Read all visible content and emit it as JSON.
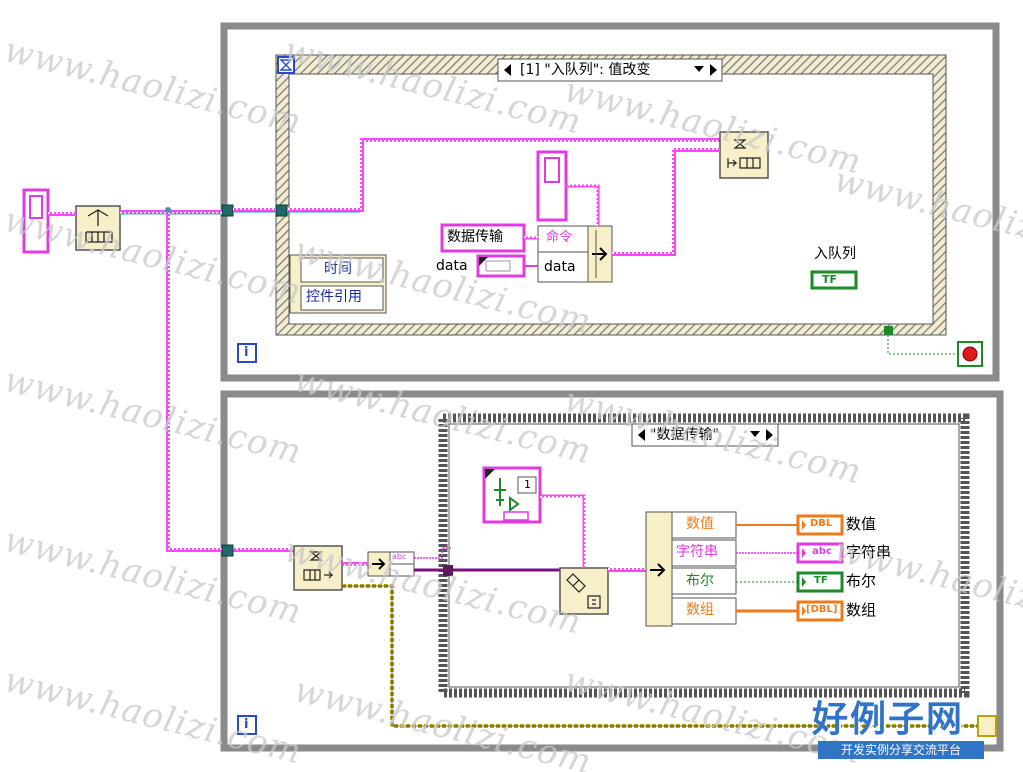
{
  "event_structure": {
    "selector_label": "[1] \"入队列\": 值改变",
    "event_data_items": [
      "时间",
      "控件引用"
    ],
    "indicator_label": "入队列"
  },
  "bundle": {
    "enum_constant": "数据传输",
    "field_command": "命令",
    "field_data": "data",
    "variant_label": "data"
  },
  "case_structure": {
    "selector_label": "\"数据传输\"",
    "constant_value": "1",
    "fields": [
      "数值",
      "字符串",
      "布尔",
      "数组"
    ],
    "indicators": [
      {
        "tag": "DBL",
        "label": "数值"
      },
      {
        "tag": "abc",
        "label": "字符串"
      },
      {
        "tag": "TF",
        "label": "布尔"
      },
      {
        "tag": "[DBL]",
        "label": "数组"
      }
    ]
  },
  "misc": {
    "loop_iteration_icon": "i",
    "bool_tag": "TF",
    "string_tag": "abc"
  },
  "watermark": {
    "text": "www.haolizi.com"
  },
  "brand": {
    "title": "好例子网",
    "subtitle": "开发实例分享交流平台"
  }
}
